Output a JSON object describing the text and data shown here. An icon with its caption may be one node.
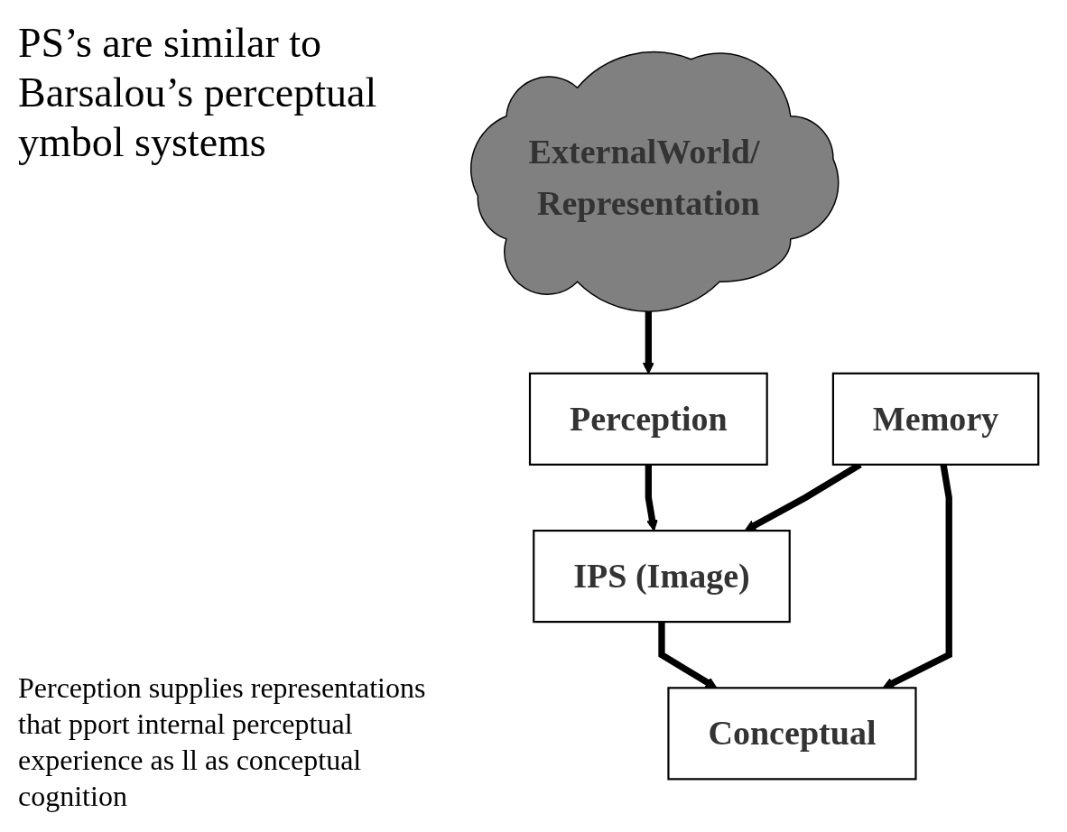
{
  "diagram": {
    "title": "PS’s are similar to Barsalou’s perceptual ymbol systems",
    "nodes": [
      {
        "text": [
          "Memory"
        ]
      },
      {
        "text": [
          "ExternalWorld/ Representation"
        ]
      },
      {
        "text": [
          "Perception"
        ]
      },
      {
        "text": [
          "IPS (Image)"
        ]
      },
      {
        "text": [
          "Conceptual"
        ]
      }
    ],
    "edges": [
      {
        "from": 1,
        "to": 2,
        "arrow": "to"
      },
      {
        "from": 2,
        "to": 3,
        "arrow": "to"
      },
      {
        "from": 0,
        "to": 3,
        "arrow": "to"
      },
      {
        "from": 3,
        "to": 4,
        "arrow": "to"
      },
      {
        "from": 0,
        "to": 4,
        "arrow": "to"
      }
    ],
    "labels": [
      "Perception supplies representations that pport internal perceptual experience as ll as conceptual cognition"
    ]
  }
}
